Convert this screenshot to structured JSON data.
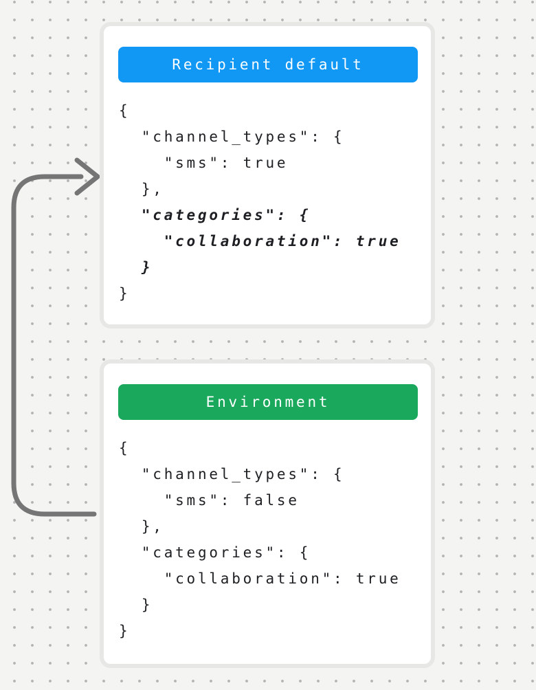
{
  "canvas": {
    "background_color": "#f4f4f3",
    "dot_color": "#b3b3b3"
  },
  "arrow": {
    "color": "#757575",
    "description": "curved arrow from left side of Environment card pointing to Recipient default card"
  },
  "cards": [
    {
      "title": "Recipient default",
      "title_color": "#1197f4",
      "lines": [
        {
          "text": "{",
          "emphasis": false
        },
        {
          "text": "  \"channel_types\": {",
          "emphasis": false
        },
        {
          "text": "    \"sms\": true",
          "emphasis": false
        },
        {
          "text": "  },",
          "emphasis": false
        },
        {
          "text": "  \"categories\": {",
          "emphasis": true
        },
        {
          "text": "    \"collaboration\": true",
          "emphasis": true
        },
        {
          "text": "  }",
          "emphasis": true
        },
        {
          "text": "}",
          "emphasis": false
        }
      ]
    },
    {
      "title": "Environment",
      "title_color": "#1aa85c",
      "lines": [
        {
          "text": "{",
          "emphasis": false
        },
        {
          "text": "  \"channel_types\": {",
          "emphasis": false
        },
        {
          "text": "    \"sms\": false",
          "emphasis": false
        },
        {
          "text": "  },",
          "emphasis": false
        },
        {
          "text": "  \"categories\": {",
          "emphasis": false
        },
        {
          "text": "    \"collaboration\": true",
          "emphasis": false
        },
        {
          "text": "  }",
          "emphasis": false
        },
        {
          "text": "}",
          "emphasis": false
        }
      ]
    }
  ]
}
